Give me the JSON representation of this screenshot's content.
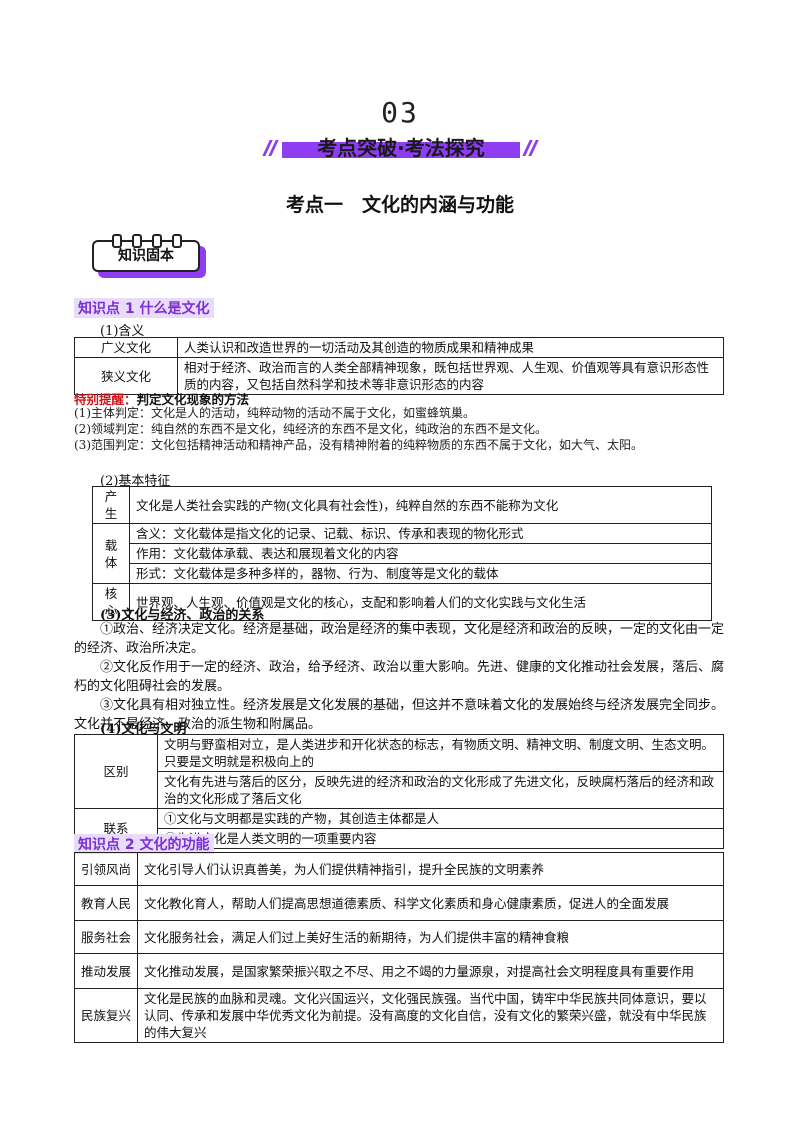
{
  "section_number": "03",
  "banner_title": "考点突破·考法探究",
  "kaodian_title": "考点一　文化的内涵与功能",
  "zhishi_gu_ben": "知识固本",
  "kd1": {
    "title": "知识点 1  什么是文化",
    "sub1": "(1)含义",
    "meaning_rows": [
      {
        "label": "广义文化",
        "content": "人类认识和改造世界的一切活动及其创造的物质成果和精神成果"
      },
      {
        "label": "狭义文化",
        "content": "相对于经济、政治而言的人类全部精神现象，既包括世界观、人生观、价值观等具有意识形态性质的内容，又包括自然科学和技术等非意识形态的内容"
      }
    ],
    "tip_label": "特别提醒：",
    "tip_title": "判定文化现象的方法",
    "tips": [
      "(1)主体判定：文化是人的活动，纯粹动物的活动不属于文化，如蜜蜂筑巢。",
      "(2)领域判定：纯自然的东西不是文化，纯经济的东西不是文化，纯政治的东西不是文化。",
      "(3)范围判定：文化包括精神活动和精神产品，没有精神附着的纯粹物质的东西不属于文化，如大气、太阳。"
    ],
    "sub2": "(2)基本特征",
    "features": {
      "chansheng_label": "产生",
      "chansheng": "文化是人类社会实践的产物(文化具有社会性)，纯粹自然的东西不能称为文化",
      "zaiti_label": "载体",
      "zaiti": [
        "含义：文化载体是指文化的记录、记载、标识、传承和表现的物化形式",
        "作用：文化载体承载、表达和展现着文化的内容",
        "形式：文化载体是多种多样的，器物、行为、制度等是文化的载体"
      ],
      "hexin_label": "核心",
      "hexin": "世界观、人生观、价值观是文化的核心，支配和影响着人们的文化实践与文化生活"
    },
    "sub3": "(3)文化与经济、政治的关系",
    "relations": [
      "①政治、经济决定文化。经济是基础，政治是经济的集中表现，文化是经济和政治的反映，一定的文化由一定的经济、政治所决定。",
      "②文化反作用于一定的经济、政治，给予经济、政治以重大影响。先进、健康的文化推动社会发展，落后、腐朽的文化阻碍社会的发展。",
      "③文化具有相对独立性。经济发展是文化发展的基础，但这并不意味着文化的发展始终与经济发展完全同步。文化并不是经济、政治的派生物和附属品。"
    ],
    "sub4": "(4)文化与文明",
    "civ": {
      "qubie_label": "区别",
      "qubie": [
        "文明与野蛮相对立，是人类进步和开化状态的标志，有物质文明、精神文明、制度文明、生态文明。只要是文明就是积极向上的",
        "文化有先进与落后的区分，反映先进的经济和政治的文化形成了先进文化，反映腐朽落后的经济和政治的文化形成了落后文化"
      ],
      "lianxi_label": "联系",
      "lianxi": [
        "①文化与文明都是实践的产物，其创造主体都是人",
        "②先进文化是人类文明的一项重要内容"
      ]
    }
  },
  "kd2": {
    "title": "知识点 2  文化的功能",
    "rows": [
      {
        "label": "引领风尚",
        "content": "文化引导人们认识真善美，为人们提供精神指引，提升全民族的文明素养"
      },
      {
        "label": "教育人民",
        "content": "文化教化育人，帮助人们提高思想道德素质、科学文化素质和身心健康素质，促进人的全面发展"
      },
      {
        "label": "服务社会",
        "content": "文化服务社会，满足人们过上美好生活的新期待，为人们提供丰富的精神食粮"
      },
      {
        "label": "推动发展",
        "content": "文化推动发展，是国家繁荣振兴取之不尽、用之不竭的力量源泉，对提高社会文明程度具有重要作用"
      },
      {
        "label": "民族复兴",
        "content": "文化是民族的血脉和灵魂。文化兴国运兴，文化强民族强。当代中国，铸牢中华民族共同体意识，要以认同、传承和发展中华优秀文化为前提。没有高度的文化自信，没有文化的繁荣兴盛，就没有中华民族的伟大复兴"
      }
    ]
  }
}
